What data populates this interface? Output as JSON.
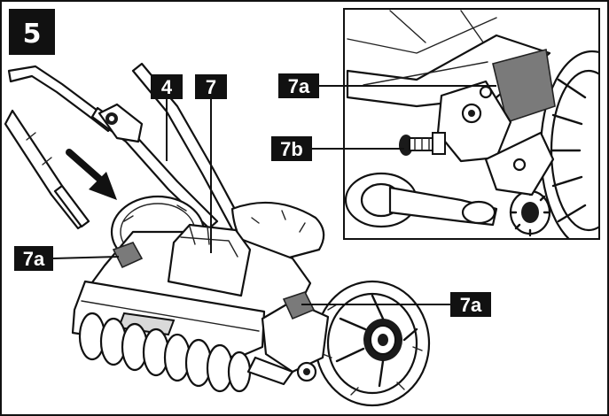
{
  "figure": {
    "step_number": "5",
    "labels": {
      "handle": "4",
      "collection_cover": "7",
      "pin_left": "7a",
      "pin_inset": "7a",
      "pin_inset_b": "7b",
      "pin_right": "7a"
    },
    "colors": {
      "line": "#111111",
      "label_background": "#111111",
      "label_text": "#ffffff",
      "grey_part": "#7a7a7a"
    }
  }
}
